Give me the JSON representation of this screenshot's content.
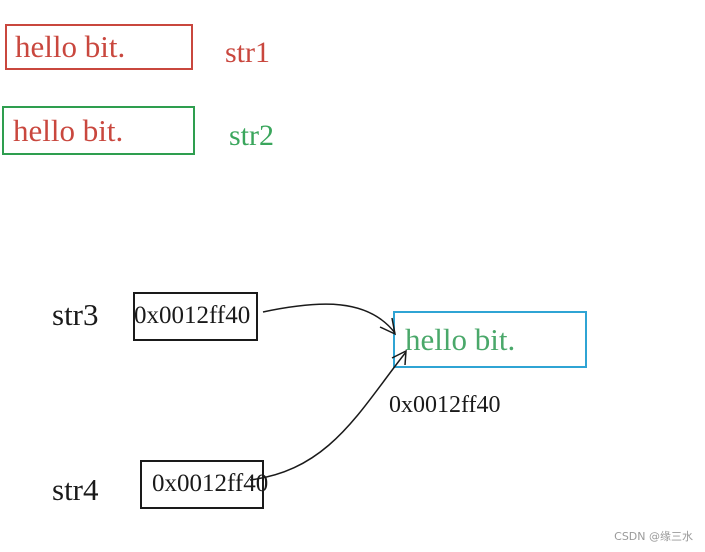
{
  "str1": {
    "content": "hello bit.",
    "label": "str1"
  },
  "str2": {
    "content": "hello bit.",
    "label": "str2"
  },
  "str3": {
    "label": "str3",
    "address": "0x0012ff40"
  },
  "str4": {
    "label": "str4",
    "address": "0x0012ff40"
  },
  "shared_literal": {
    "content": "hello bit.",
    "address": "0x0012ff40"
  },
  "watermark": "CSDN @缘三水",
  "colors": {
    "red": "#c9473e",
    "green": "#2e9e4f",
    "blue_border": "#2fa4d4",
    "black": "#1a1a1a"
  }
}
